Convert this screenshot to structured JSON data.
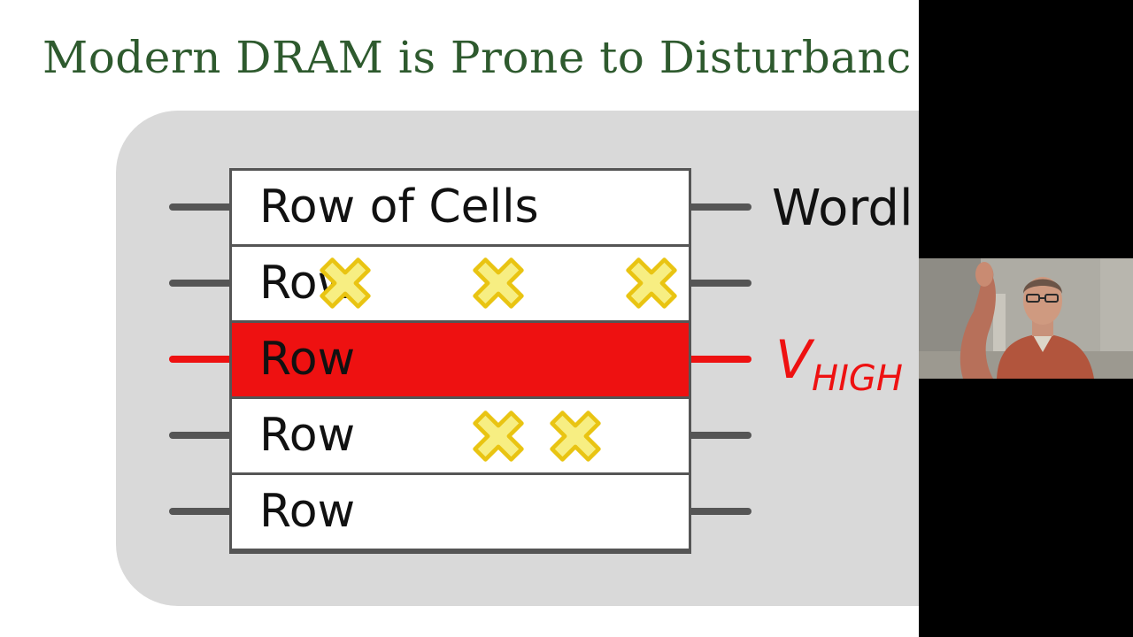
{
  "slide": {
    "title": "Modern DRAM is Prone to Disturbanc",
    "rows": [
      {
        "label": "Row of Cells",
        "state": "normal",
        "flips": 0
      },
      {
        "label": "Row",
        "state": "victim",
        "flips": 3
      },
      {
        "label": "Row",
        "state": "aggressor",
        "flips": 0
      },
      {
        "label": "Row",
        "state": "victim",
        "flips": 2
      },
      {
        "label": "Row",
        "state": "normal",
        "flips": 0
      }
    ],
    "wordline_label": "Wordl",
    "vhigh": {
      "main": "V",
      "sub": "HIGH"
    },
    "icons": {
      "bit_flip": "x-mark-icon",
      "wordline": "wire-line"
    },
    "colors": {
      "title": "#2e5a2e",
      "aggressor_row": "#ee1111",
      "flip_fill": "#f7ee82",
      "flip_stroke": "#e9c412",
      "panel": "#d9d9d9"
    }
  },
  "webcam": {
    "content": "presenter-video"
  }
}
